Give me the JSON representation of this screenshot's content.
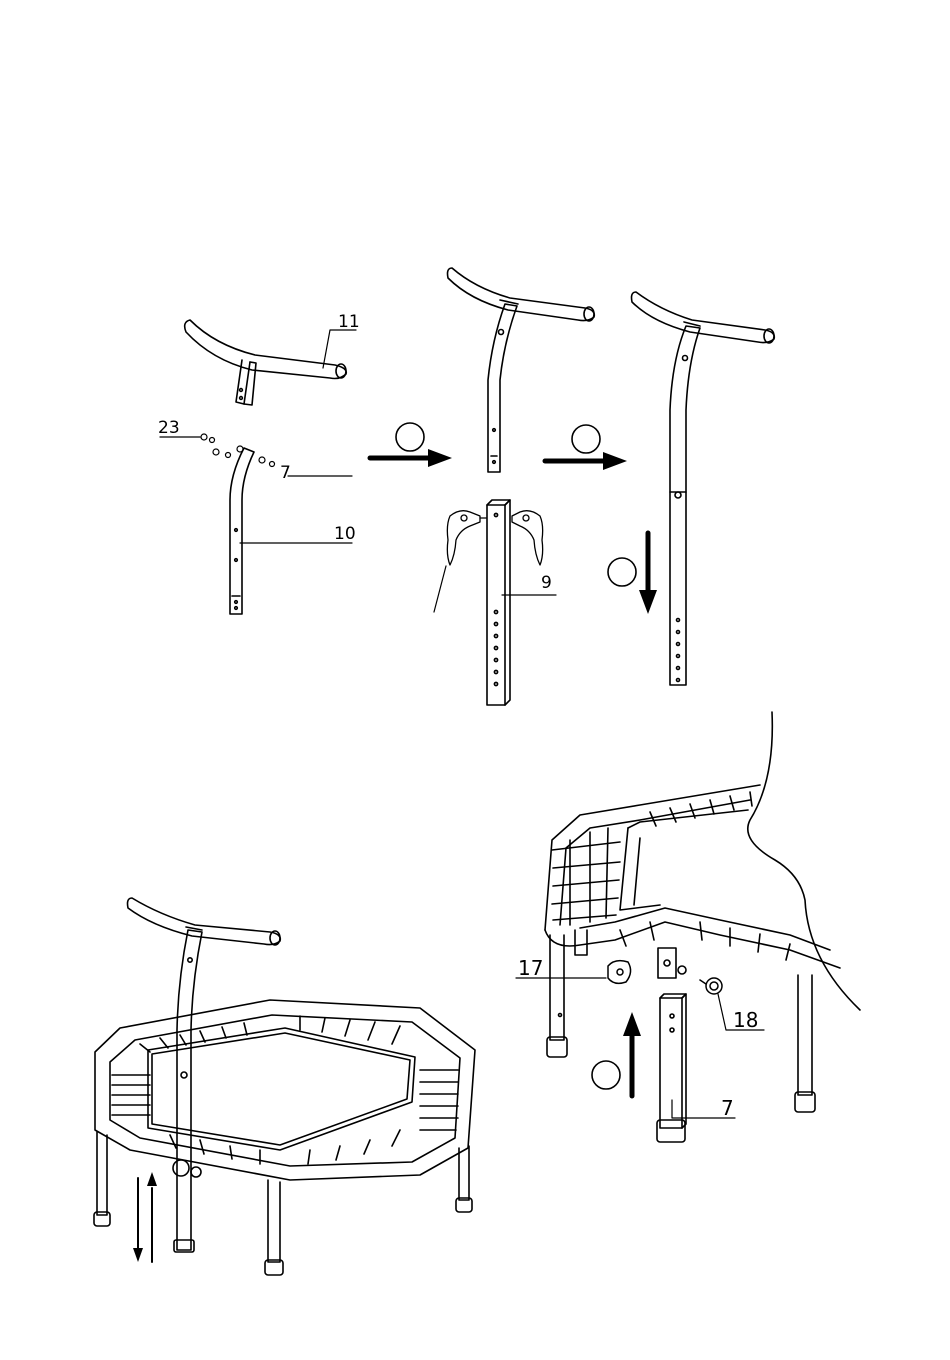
{
  "colors": {
    "ink": "#000000",
    "paper": "#ffffff"
  },
  "labels": {
    "part_11": "11",
    "part_23": "23",
    "part_7_top": "7",
    "part_10": "10",
    "part_9": "9",
    "part_17": "17",
    "part_18": "18",
    "part_7_bottom": "7"
  },
  "step_markers": [
    "",
    "",
    "",
    ""
  ]
}
